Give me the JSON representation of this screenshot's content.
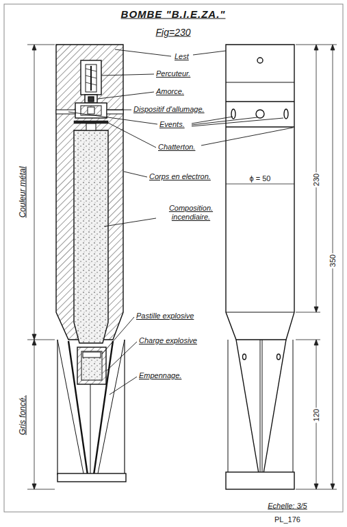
{
  "diagram": {
    "title": "BOMBE \"B.I.E.ZA.\"",
    "labels": [
      "Fig=230",
      "Lest",
      "Percuteur.",
      "Amorce.",
      "Dispositif d'allumage.",
      "Events.",
      "Chatterton.",
      "Corps en electron.",
      "Composition. incendiaire.",
      "Pastille explosive",
      "Charge explosive",
      "Empennage.",
      "ϕ = 50",
      "230",
      "350",
      "120",
      "Couleur métal",
      "Gris foncé.",
      "Echelle: 3/5",
      "PL_176"
    ]
  }
}
